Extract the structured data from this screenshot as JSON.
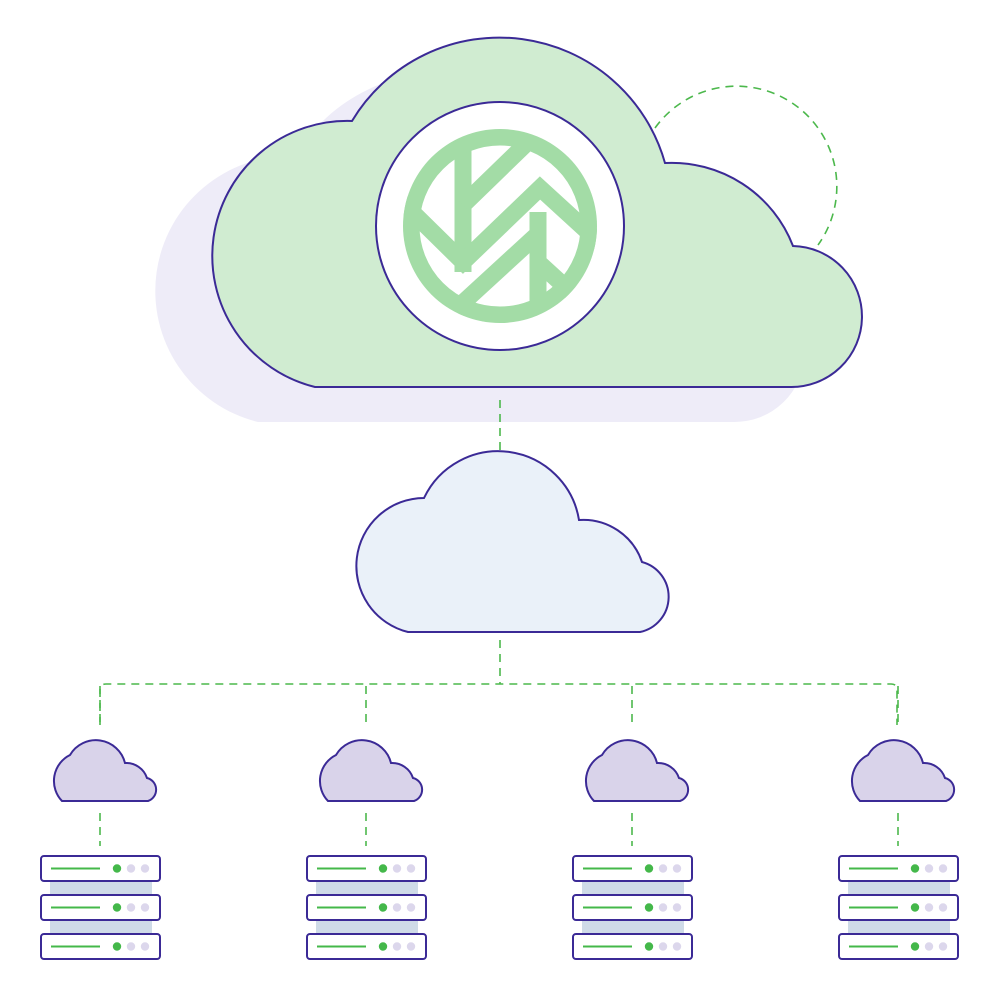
{
  "colors": {
    "outline": "#3b2a96",
    "main_cloud": "#d0ecd1",
    "shadow": "#eeecf8",
    "middle_cloud": "#eaf1f9",
    "small_cloud": "#d9d3ea",
    "logo_green": "#a3dca6",
    "connector": "#4cb84c",
    "server_backplate": "#cfdbe8",
    "led_on": "#44b84a",
    "led_off": "#dcd7ec"
  },
  "nodes": [
    {
      "id": "node-1"
    },
    {
      "id": "node-2"
    },
    {
      "id": "node-3"
    },
    {
      "id": "node-4"
    }
  ],
  "servers_per_node": 3
}
